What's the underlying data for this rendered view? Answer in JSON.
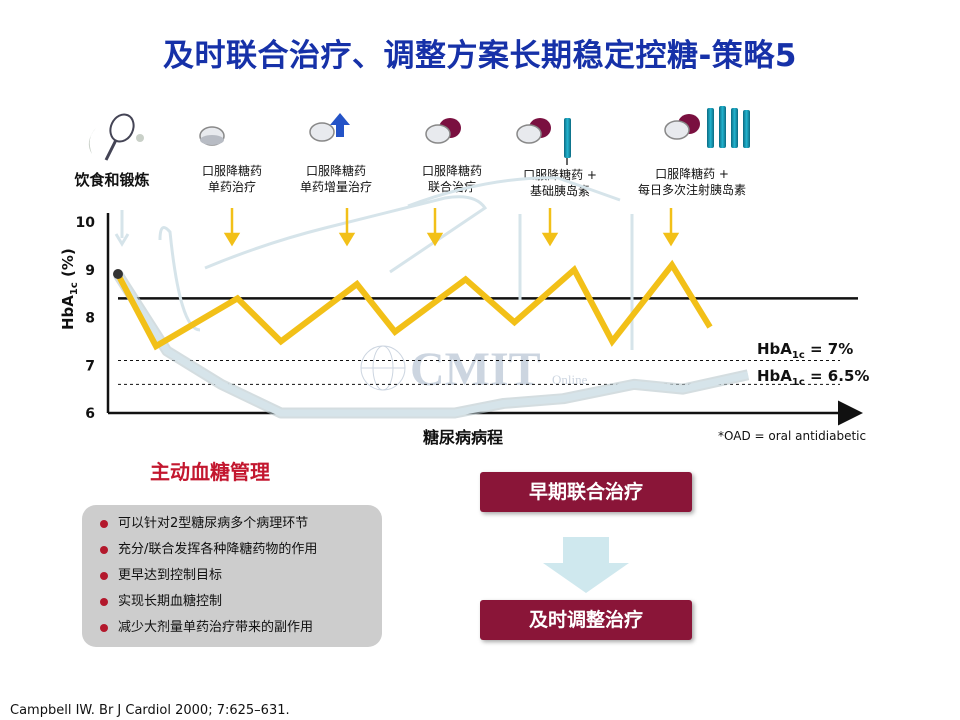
{
  "title": "及时联合治疗、调整方案长期稳定控糖-策略5",
  "phases": [
    {
      "label": "饮食和锻炼",
      "icon": "diet-exercise-icon"
    },
    {
      "label": "口服降糖药\n单药治疗",
      "icon": "pill-icon"
    },
    {
      "label": "口服降糖药\n单药增量治疗",
      "icon": "pill-increase-icon"
    },
    {
      "label": "口服降糖药\n联合治疗",
      "icon": "two-pills-icon"
    },
    {
      "label": "口服降糖药 +\n基础胰岛素",
      "icon": "pills-insulin-pen-icon"
    },
    {
      "label": "口服降糖药 +\n每日多次注射胰岛素",
      "icon": "pills-multiple-insulin-pens-icon"
    }
  ],
  "chart_data": {
    "type": "line",
    "title": "",
    "xlabel": "糖尿病病程",
    "ylabel": "HbA1c (%)",
    "ylim": [
      6,
      10
    ],
    "yticks": [
      10,
      9,
      8,
      7,
      6
    ],
    "reference_lines": [
      {
        "value": 8.4,
        "label": "",
        "style": "solid"
      },
      {
        "value": 7.1,
        "label": "HbA1c = 7%",
        "style": "dashed"
      },
      {
        "value": 6.6,
        "label": "HbA1c = 6.5%",
        "style": "dashed"
      }
    ],
    "series": [
      {
        "name": "",
        "color": "#f2c018",
        "x": [
          0,
          0.7,
          2.2,
          3.0,
          4.4,
          5.1,
          6.4,
          7.3,
          8.4,
          9.1,
          10.2,
          10.9
        ],
        "y": [
          8.9,
          7.4,
          8.4,
          7.5,
          8.7,
          7.7,
          8.8,
          7.9,
          9.0,
          7.5,
          9.1,
          7.8
        ]
      },
      {
        "name": "",
        "color": "#d6e4ea",
        "x": [
          0,
          0.9,
          1.9,
          3.0,
          4.8,
          6.2,
          7.1,
          8.2,
          9.5,
          10.4,
          11.6
        ],
        "y": [
          8.9,
          7.3,
          6.6,
          6.0,
          6.0,
          6.0,
          6.2,
          6.3,
          6.6,
          6.5,
          6.8
        ]
      }
    ]
  },
  "ref_label_main": "HbA",
  "ref_sub": "1c",
  "ref7_suffix": " = 7%",
  "ref65_suffix": " = 6.5%",
  "y_axis_label_main": "HbA",
  "y_axis_label_sub": "1c",
  "y_axis_label_suffix": " (%)",
  "footnote": "*OAD = oral antidiabetic",
  "watermark": "CMIT",
  "watermark_sub": "Online",
  "section_title": "主动血糖管理",
  "bullets": [
    "可以针对2型糖尿病多个病理环节",
    "充分/联合发挥各种降糖药物的作用",
    "更早达到控制目标",
    "实现长期血糖控制",
    "减少大剂量单药治疗带来的副作用"
  ],
  "box_top": "早期联合治疗",
  "box_bottom": "及时调整治疗",
  "citation": "Campbell IW. Br J Cardiol 2000; 7:625–631.",
  "colors": {
    "title": "#1631a8",
    "box": "#8a1538",
    "yellow": "#f2c018",
    "red": "#c3172f",
    "pill_purple": "#7a1040",
    "teal": "#0e8aa5"
  }
}
